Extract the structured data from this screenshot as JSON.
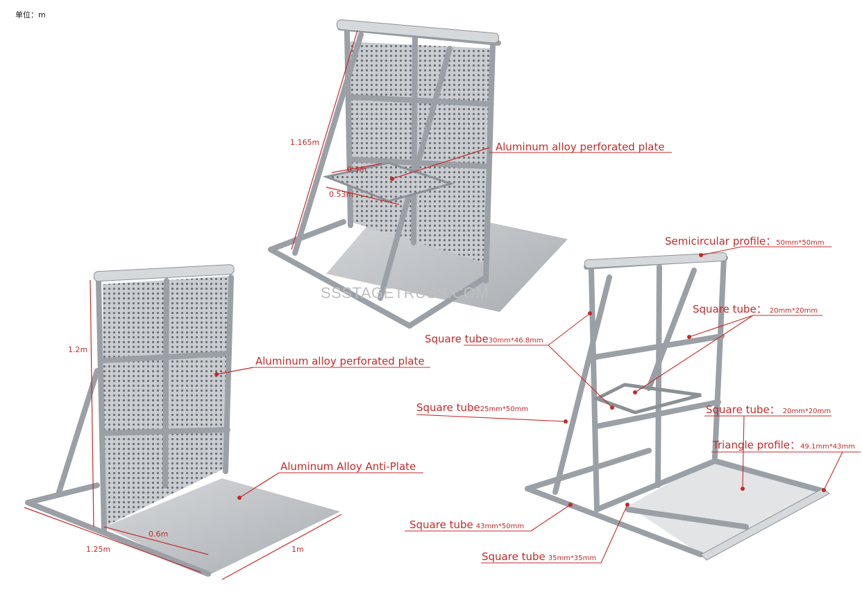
{
  "unit_label": "单位：m",
  "watermark": "SSSTAGETRUSS.COM",
  "colors": {
    "annotation": "#c62828",
    "frame": "#9aa0a6",
    "plate": "#c9ccd0",
    "panel_dot": "#5f6368"
  },
  "top_barrier": {
    "dims": {
      "height": "1.165m",
      "step_depth": "0.3m",
      "step_width": "0.53m"
    },
    "callouts": {
      "perforated": "Aluminum alloy perforated plate"
    }
  },
  "left_barrier": {
    "dims": {
      "height": "1.2m",
      "inner_depth": "0.6m",
      "base_depth": "1.25m",
      "width": "1m"
    },
    "callouts": {
      "perforated": "Aluminum alloy perforated plate",
      "anti_plate": "Aluminum Alloy Anti-Plate"
    }
  },
  "right_barrier": {
    "callouts": [
      {
        "name": "semicircular-profile",
        "label": "Semicircular profile：",
        "spec": "50mm*50mm"
      },
      {
        "name": "square-tube-20-upper",
        "label": "Square tube：",
        "spec": "20mm*20mm"
      },
      {
        "name": "square-tube-30",
        "label": "Square tube",
        "spec": "30mm*46.8mm"
      },
      {
        "name": "square-tube-25",
        "label": "Square tube",
        "spec": "25mm*50mm"
      },
      {
        "name": "square-tube-20-lower",
        "label": "Square tube：",
        "spec": "20mm*20mm"
      },
      {
        "name": "triangle-profile",
        "label": "Triangle profile：",
        "spec": "49.1mm*43mm"
      },
      {
        "name": "square-tube-43",
        "label": "Square tube",
        "spec": "43mm*50mm"
      },
      {
        "name": "square-tube-35",
        "label": "Square tube",
        "spec": "35mm*35mm"
      }
    ]
  }
}
